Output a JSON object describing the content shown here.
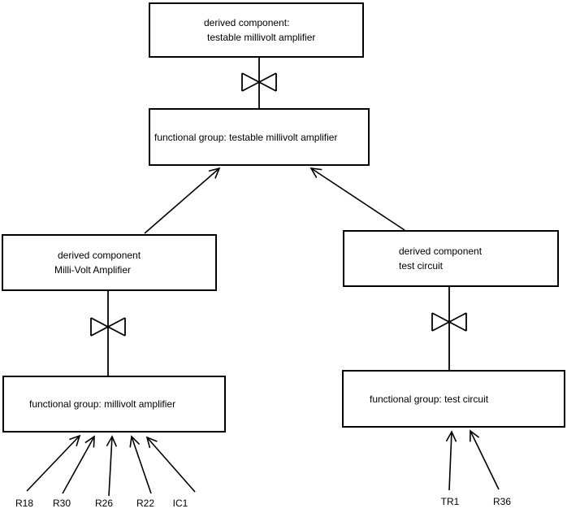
{
  "nodes": {
    "derived_testable": {
      "line1": "derived component:",
      "line2": "testable millivolt amplifier"
    },
    "functional_testable": {
      "label": "functional group: testable millivolt amplifier"
    },
    "derived_millivolt": {
      "line1": "derived component",
      "line2": "Milli-Volt Amplifier"
    },
    "derived_test": {
      "line1": "derived component",
      "line2": "test circuit"
    },
    "functional_millivolt": {
      "label": "functional group: millivolt amplifier"
    },
    "functional_test": {
      "label": "functional group: test circuit"
    }
  },
  "components": {
    "millivolt_amplifier": [
      "R18",
      "R30",
      "R26",
      "R22",
      "IC1"
    ],
    "test_circuit": [
      "TR1",
      "R36"
    ]
  },
  "colors": {
    "line": "#000000",
    "background": "#ffffff",
    "text": "#000000"
  }
}
